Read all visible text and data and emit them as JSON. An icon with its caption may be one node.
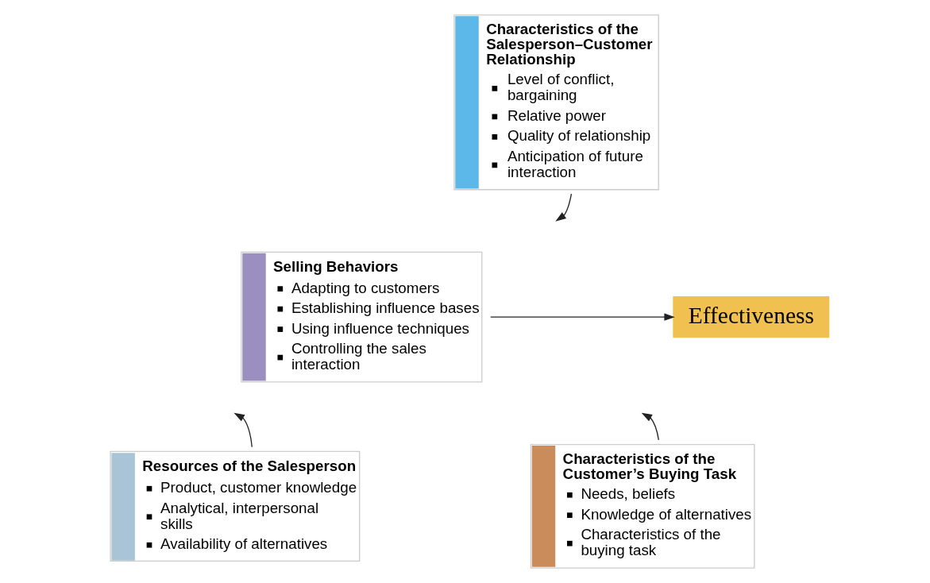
{
  "diagram": {
    "nodes": [
      {
        "text": [
          "Characteristics of the Salesperson–Customer Relationship",
          "Level of conflict, bargaining",
          "Relative power",
          "Quality of relationship",
          "Anticipation of future interaction"
        ]
      },
      {
        "text": [
          "Selling Behaviors",
          "Adapting to customers",
          "Establishing influence bases",
          "Using influence techniques",
          "Controlling the sales interaction"
        ]
      },
      {
        "text": [
          "Effectiveness"
        ]
      },
      {
        "text": [
          "Resources of the Salesperson",
          "Product, customer knowledge",
          "Analytical, interpersonal skills",
          "Availability of alternatives"
        ]
      },
      {
        "text": [
          "Characteristics of the Customer’s Buying Task",
          "Needs, beliefs",
          "Knowledge of alternatives",
          "Characteristics of the buying task"
        ]
      }
    ],
    "edges": [
      {
        "from": 1,
        "to": 2,
        "arrow": "to"
      },
      {
        "from": 0,
        "to": null,
        "arrow": "to"
      },
      {
        "from": 3,
        "to": null,
        "arrow": "to"
      },
      {
        "from": 4,
        "to": null,
        "arrow": "to"
      }
    ]
  }
}
